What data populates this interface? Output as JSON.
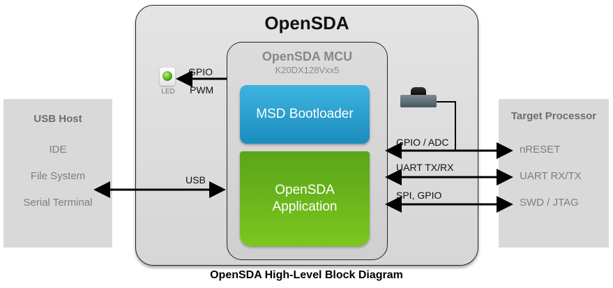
{
  "diagram": {
    "caption": "OpenSDA High-Level Block Diagram",
    "opensda": {
      "title": "OpenSDA",
      "mcu": {
        "title": "OpenSDA MCU",
        "part_number": "K20DX128Vxx5",
        "blocks": {
          "bootloader": "MSD Bootloader",
          "application_line1": "OpenSDA",
          "application_line2": "Application"
        }
      },
      "led": {
        "label": "LED",
        "signal_top": "GPIO",
        "signal_bottom": "PWM",
        "color": "#4ca81a"
      },
      "reset_button": {
        "icon": "push-button-icon"
      }
    },
    "usb_host": {
      "title": "USB Host",
      "items": [
        "IDE",
        "File System",
        "Serial Terminal"
      ],
      "link_label": "USB"
    },
    "target_processor": {
      "title": "Target Processor",
      "items": [
        "nRESET",
        "UART RX/TX",
        "SWD / JTAG"
      ]
    },
    "links": [
      {
        "label": "GPIO / ADC",
        "target": "nRESET"
      },
      {
        "label": "UART TX/RX",
        "target": "UART RX/TX"
      },
      {
        "label": "SPI, GPIO",
        "target": "SWD / JTAG"
      }
    ],
    "colors": {
      "bootloader": "#1f9acb",
      "application": "#6cb51c",
      "side_panels": "#d9d9d9"
    }
  }
}
